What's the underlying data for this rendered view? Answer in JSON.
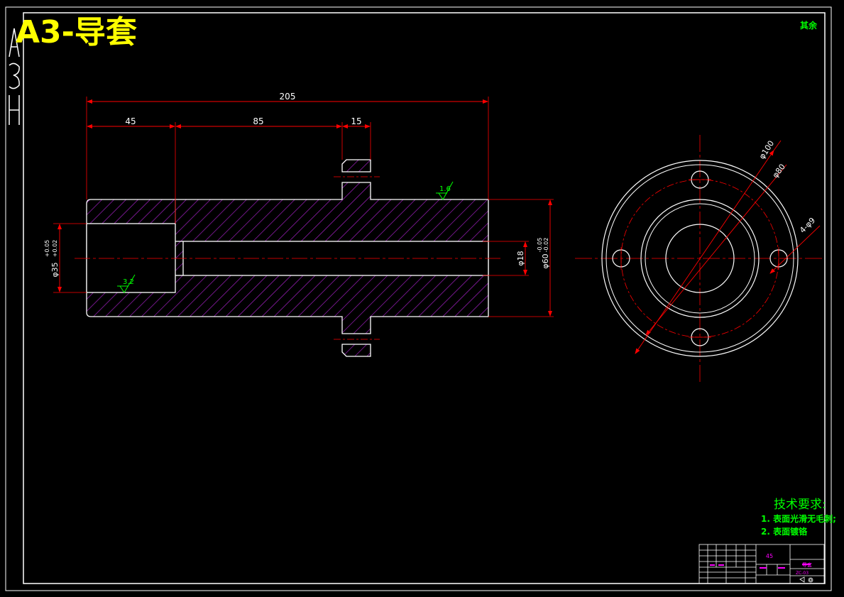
{
  "sheet": {
    "size_tag": "A3",
    "title": "A3-导套",
    "corner_mark": "其余"
  },
  "colors": {
    "background": "#000000",
    "outline": "#ffffff",
    "dimension": "#ff0000",
    "hatch": "#a020c0",
    "title": "#ffff00",
    "notes": "#00ff00",
    "roughness": "#00ff00"
  },
  "dimensions": {
    "overall_length": "205",
    "seg_1": "45",
    "seg_2": "85",
    "seg_3": "15",
    "bore_dia": "φ35",
    "bore_tol_upper": "+0.05",
    "bore_tol_lower": "+0.02",
    "inner_dia": "φ18",
    "outer_dia": "φ60",
    "outer_tol_upper": "-0.05",
    "outer_tol_lower": "-0.02",
    "flange_dia": "φ100",
    "pcd_dia": "φ80",
    "holes": "4-φ9"
  },
  "roughness": {
    "top_value": "1.6",
    "bore_value": "3.2"
  },
  "notes": {
    "heading": "技术要求:",
    "items": [
      "1. 表面光滑无毛刺;",
      "2. 表面镀铬"
    ]
  },
  "title_block": {
    "material": "45",
    "part_name": "导套",
    "drawing_no": "ZC-03"
  }
}
